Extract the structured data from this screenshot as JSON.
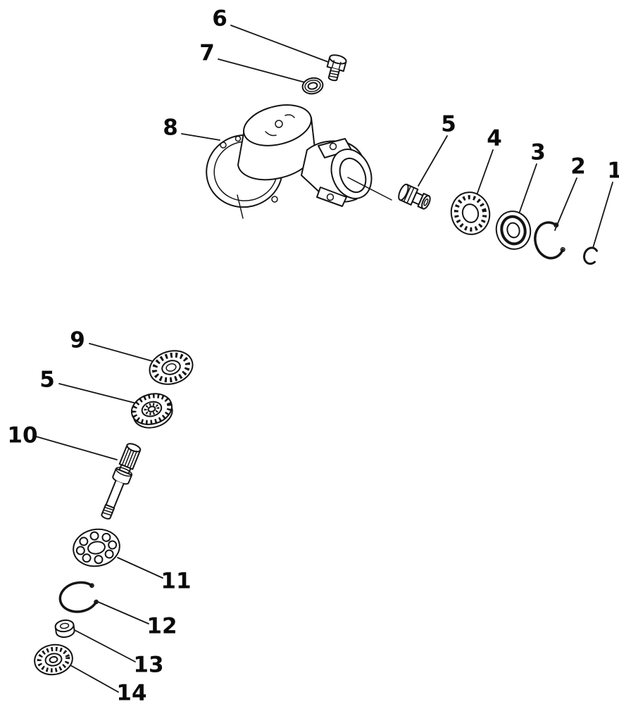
{
  "page": {
    "background": "#ffffff",
    "line_color": "#141414",
    "text_color": "#0a0a0a"
  },
  "diagram": {
    "type": "exploded-parts-diagram",
    "description": "Exploded view of a gear head assembly with numbered part callouts",
    "callouts": [
      {
        "label": "6",
        "part": "hex-head-bolt"
      },
      {
        "label": "7",
        "part": "washer"
      },
      {
        "label": "8",
        "part": "gearbox-housing"
      },
      {
        "label": "5",
        "part": "pinion-shaft"
      },
      {
        "label": "4",
        "part": "ball-bearing"
      },
      {
        "label": "3",
        "part": "ball-bearing"
      },
      {
        "label": "2",
        "part": "snap-ring"
      },
      {
        "label": "1",
        "part": "retaining-clip"
      },
      {
        "label": "9",
        "part": "ball-bearing"
      },
      {
        "label": "5",
        "part": "bevel-gear"
      },
      {
        "label": "10",
        "part": "output-shaft"
      },
      {
        "label": "11",
        "part": "ball-bearing"
      },
      {
        "label": "12",
        "part": "snap-ring"
      },
      {
        "label": "13",
        "part": "spacer-collar"
      },
      {
        "label": "14",
        "part": "sealed-bearing"
      }
    ]
  }
}
